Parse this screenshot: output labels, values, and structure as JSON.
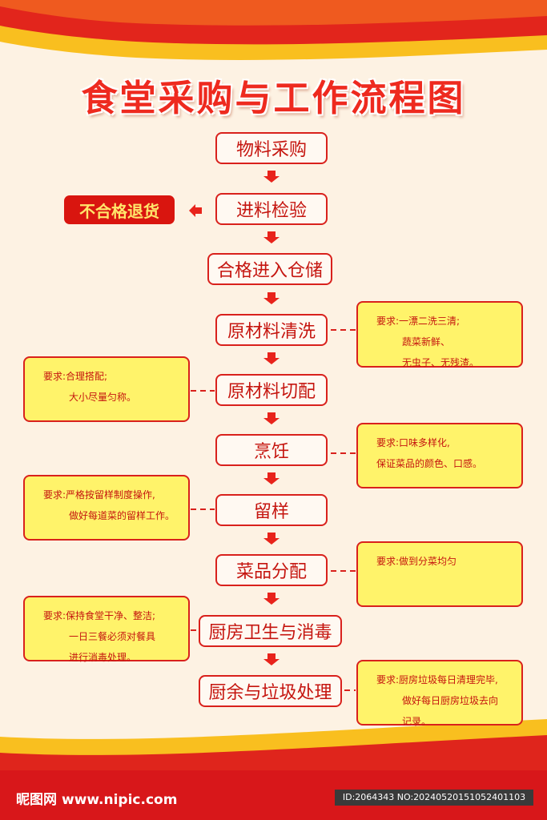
{
  "title": "食堂采购与工作流程图",
  "steps": [
    "物料采购",
    "进料检验",
    "合格进入仓储",
    "原材料清洗",
    "原材料切配",
    "烹饪",
    "留样",
    "菜品分配",
    "厨房卫生与消毒",
    "厨余与垃圾处理"
  ],
  "reject_label": "不合格退货",
  "notes": {
    "wash": [
      "要求:一漂二洗三清;",
      "蔬菜新鲜、",
      "无虫子、无残渣。"
    ],
    "cut": [
      "要求:合理搭配;",
      "大小尽量匀称。"
    ],
    "cook": [
      "要求:口味多样化,",
      "保证菜品的颜色、口感。"
    ],
    "sample": [
      "要求:严格按留样制度操作,",
      "做好每道菜的留样工作。"
    ],
    "dist": [
      "要求:做到分菜均匀"
    ],
    "hygiene": [
      "要求:保持食堂干净、整洁;",
      "一日三餐必须对餐具",
      "进行消毒处理。"
    ],
    "waste": [
      "要求:厨房垃圾每日清理完毕,",
      "做好每日厨房垃圾去向",
      "记录。"
    ]
  },
  "footer": {
    "logo_cn": "昵图网",
    "logo_url": "www.nipic.com",
    "id_text": "ID:2064343 NO:20240520151052401103"
  },
  "colors": {
    "accent": "#d9211c",
    "note_fill": "#fff36a",
    "background": "#fdf2e3"
  }
}
